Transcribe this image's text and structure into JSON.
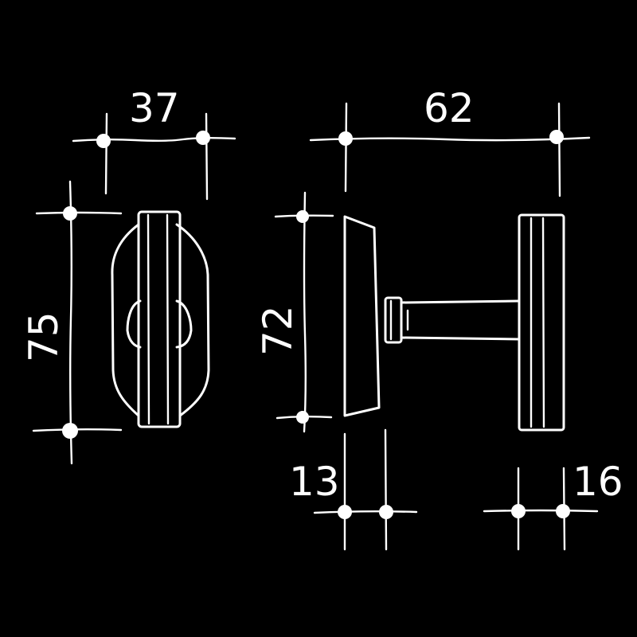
{
  "dimensions": {
    "top_left": "37",
    "top_right": "62",
    "left_height": "75",
    "mid_height": "72",
    "bottom_left": "13",
    "bottom_right": "16"
  },
  "colors": {
    "background": "#000000",
    "line": "#ffffff"
  }
}
